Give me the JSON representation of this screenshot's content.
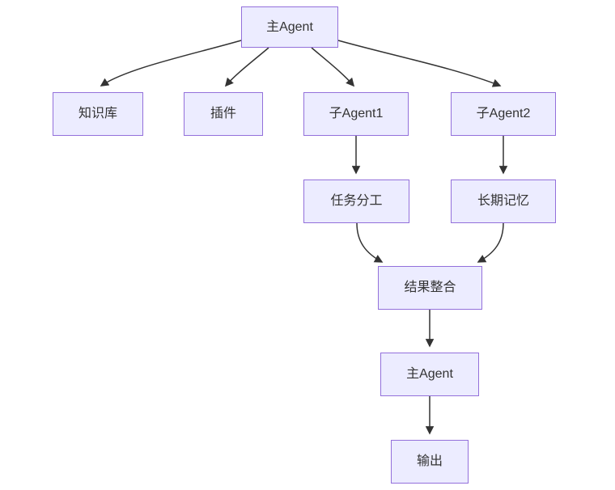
{
  "diagram": {
    "type": "flowchart",
    "direction": "top-down",
    "nodes": [
      {
        "id": "main",
        "label": "主Agent"
      },
      {
        "id": "knowledge",
        "label": "知识库"
      },
      {
        "id": "plugin",
        "label": "插件"
      },
      {
        "id": "sub1",
        "label": "子Agent1"
      },
      {
        "id": "sub2",
        "label": "子Agent2"
      },
      {
        "id": "task",
        "label": "任务分工"
      },
      {
        "id": "memory",
        "label": "长期记忆"
      },
      {
        "id": "merge",
        "label": "结果整合"
      },
      {
        "id": "main2",
        "label": "主Agent"
      },
      {
        "id": "output",
        "label": "输出"
      }
    ],
    "edges": [
      {
        "from": "main",
        "to": "knowledge"
      },
      {
        "from": "main",
        "to": "plugin"
      },
      {
        "from": "main",
        "to": "sub1"
      },
      {
        "from": "main",
        "to": "sub2"
      },
      {
        "from": "sub1",
        "to": "task"
      },
      {
        "from": "sub2",
        "to": "memory"
      },
      {
        "from": "task",
        "to": "merge"
      },
      {
        "from": "memory",
        "to": "merge"
      },
      {
        "from": "merge",
        "to": "main2"
      },
      {
        "from": "main2",
        "to": "output"
      }
    ],
    "colors": {
      "background": "#ffffff",
      "node_fill": "#ECECFF",
      "node_border": "#9370DB",
      "edge": "#333333",
      "text": "#333333"
    }
  }
}
